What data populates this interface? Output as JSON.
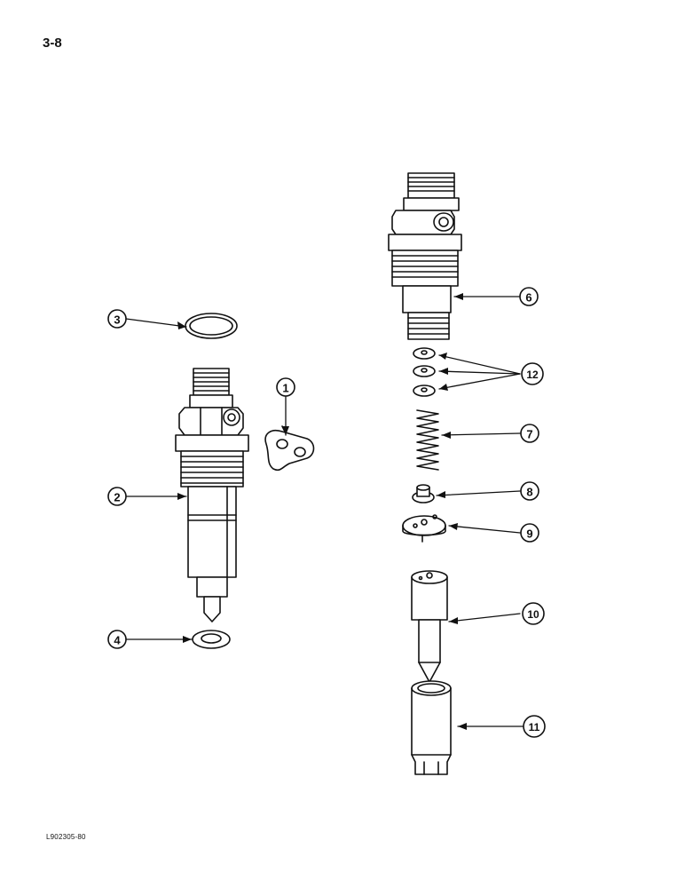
{
  "page_number": "3-8",
  "figure_code": "L902305-80",
  "callouts": {
    "c1": "1",
    "c2": "2",
    "c3": "3",
    "c4": "4",
    "c6": "6",
    "c7": "7",
    "c8": "8",
    "c9": "9",
    "c10": "10",
    "c11": "11",
    "c12": "12"
  }
}
